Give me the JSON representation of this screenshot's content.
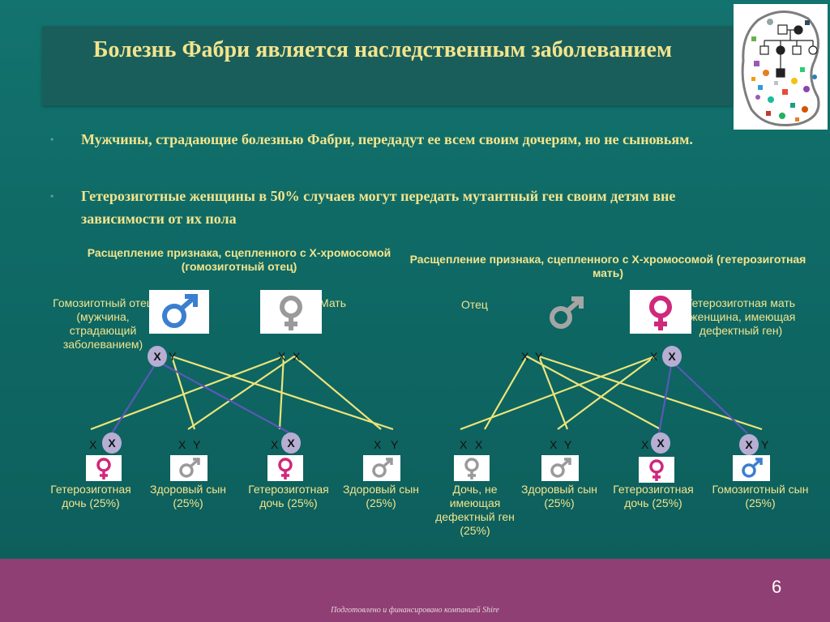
{
  "slide": {
    "title": "Болезнь Фабри является наследственным заболеванием",
    "bullets": [
      "Мужчины, страдающие болезнью Фабри, передадут ее всем своим дочерям, но не сыновьям.",
      "Гетерозиготные женщины в 50% случаев могут передать мутантный ген своим детям вне зависимости от их пола"
    ],
    "page_number": "6",
    "footer_credit": "Подготовлено и финансировано компанией Shire"
  },
  "left_diagram": {
    "subtitle": "Расщепление признака, сцепленного с Х-хромосомой (гомозиготный отец)",
    "father_label": "Гомозиготный отец (мужчина, страдающий заболеванием)",
    "mother_label": "Мать",
    "father_chromosomes": [
      "X",
      "Y"
    ],
    "mother_chromosomes": [
      "X",
      "X"
    ],
    "children": [
      {
        "chromosomes": [
          "X",
          "X"
        ],
        "label": "Гетерозиготная дочь (25%)"
      },
      {
        "chromosomes": [
          "X",
          "Y"
        ],
        "label": "Здоровый сын (25%)"
      },
      {
        "chromosomes": [
          "X",
          "X"
        ],
        "label": "Гетерозиготная дочь (25%)"
      },
      {
        "chromosomes": [
          "X",
          "Y"
        ],
        "label": "Здоровый сын (25%)"
      }
    ]
  },
  "right_diagram": {
    "subtitle": "Расщепление признака, сцепленного с Х-хромосомой (гетерозиготная мать)",
    "father_label": "Отец",
    "mother_label": "Гетерозиготная мать (женщина, имеющая дефектный ген)",
    "father_chromosomes": [
      "X",
      "Y"
    ],
    "mother_chromosomes": [
      "X",
      "X"
    ],
    "children": [
      {
        "chromosomes": [
          "X",
          "X"
        ],
        "label": "Дочь, не имеющая дефектный ген (25%)"
      },
      {
        "chromosomes": [
          "X",
          "Y"
        ],
        "label": "Здоровый сын (25%)"
      },
      {
        "chromosomes": [
          "X",
          "X"
        ],
        "label": "Гетерозиготная дочь (25%)"
      },
      {
        "chromosomes": [
          "X",
          "Y"
        ],
        "label": "Гомозиготный сын (25%)"
      }
    ]
  },
  "colors": {
    "title_text": "#f3e48c",
    "background": "#0f6a66",
    "footer": "#8f3f73",
    "affected_male": "#3a7fd0",
    "carrier_female": "#d0287a",
    "healthy": "#9a9a9a",
    "inheritance_line": "#ece47a",
    "defective_gene_line": "#5a58b8",
    "mutant_x_marker": "#b6aed3"
  },
  "icons": [
    "male-symbol-icon",
    "female-symbol-icon",
    "slide-logo"
  ]
}
